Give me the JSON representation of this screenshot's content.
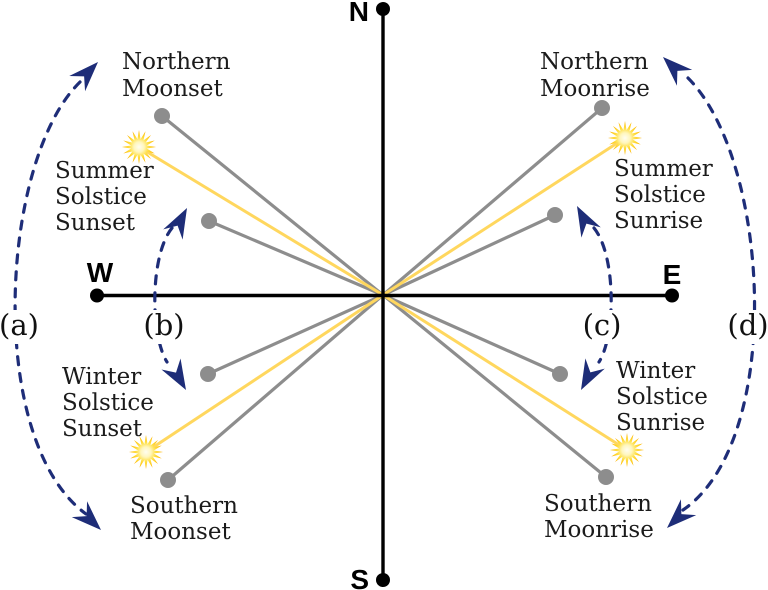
{
  "compass": {
    "north": "N",
    "east": "E",
    "south": "S",
    "west": "W"
  },
  "labels": {
    "northern_moonset": [
      "Northern",
      "Moonset"
    ],
    "summer_solstice_sunset": [
      "Summer",
      "Solstice",
      "Sunset"
    ],
    "winter_solstice_sunset": [
      "Winter",
      "Solstice",
      "Sunset"
    ],
    "southern_moonset": [
      "Southern",
      "Moonset"
    ],
    "northern_moonrise": [
      "Northern",
      "Moonrise"
    ],
    "summer_solstice_sunrise": [
      "Summer",
      "Solstice",
      "Sunrise"
    ],
    "winter_solstice_sunrise": [
      "Winter",
      "Solstice",
      "Sunrise"
    ],
    "southern_moonrise": [
      "Southern",
      "Moonrise"
    ]
  },
  "arc_labels": {
    "a": "(a)",
    "b": "(b)",
    "c": "(c)",
    "d": "(d)"
  },
  "colors": {
    "moon_line": "#8d8d8d",
    "sun_line": "#ffd75e",
    "arrow_dashed": "#1e2d78",
    "axis": "#000000",
    "sun_gradient_center": "#fffdf0",
    "sun_gradient_edge": "#f7a600"
  },
  "icons": {
    "sun": "sunburst-icon",
    "moon_position": "gray-dot",
    "compass_point": "black-dot"
  }
}
